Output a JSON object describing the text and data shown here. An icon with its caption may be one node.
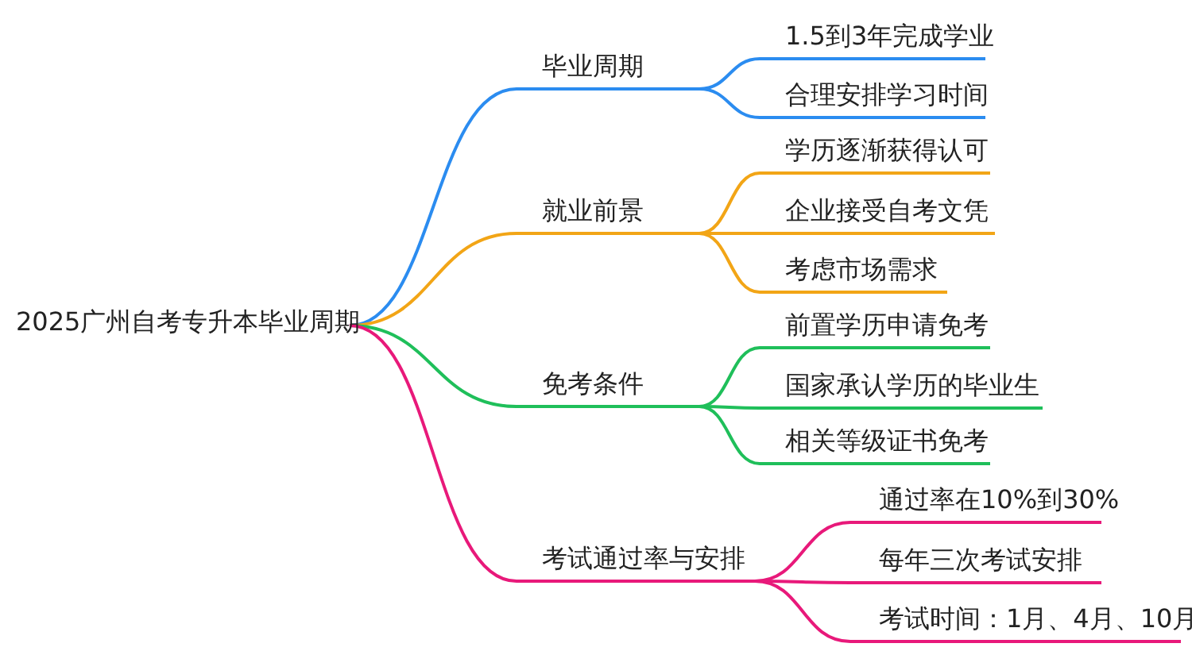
{
  "diagram": {
    "nodes": [
      {
        "text": [
          "2025广州自考专升本毕业周期"
        ]
      },
      {
        "text": [
          "毕业周期"
        ]
      },
      {
        "text": [
          "1.5到3年完成学业"
        ]
      },
      {
        "text": [
          "合理安排学习时间"
        ]
      },
      {
        "text": [
          "就业前景"
        ]
      },
      {
        "text": [
          "学历逐渐获得认可"
        ]
      },
      {
        "text": [
          "企业接受自考文凭"
        ]
      },
      {
        "text": [
          "考虑市场需求"
        ]
      },
      {
        "text": [
          "免考条件"
        ]
      },
      {
        "text": [
          "前置学历申请免考"
        ]
      },
      {
        "text": [
          "国家承认学历的毕业生"
        ]
      },
      {
        "text": [
          "相关等级证书免考"
        ]
      },
      {
        "text": [
          "考试通过率与安排"
        ]
      },
      {
        "text": [
          "通过率在10%到30%"
        ]
      },
      {
        "text": [
          "每年三次考试安排"
        ]
      },
      {
        "text": [
          "考试时间：1月、4月、10月"
        ]
      }
    ],
    "edges": [
      {
        "from": 0,
        "to": 1,
        "arrow": "none",
        "color": "#2b8cf0"
      },
      {
        "from": 1,
        "to": 2,
        "arrow": "none",
        "color": "#2b8cf0"
      },
      {
        "from": 1,
        "to": 3,
        "arrow": "none",
        "color": "#2b8cf0"
      },
      {
        "from": 0,
        "to": 4,
        "arrow": "none",
        "color": "#f2a516"
      },
      {
        "from": 4,
        "to": 5,
        "arrow": "none",
        "color": "#f2a516"
      },
      {
        "from": 4,
        "to": 6,
        "arrow": "none",
        "color": "#f2a516"
      },
      {
        "from": 4,
        "to": 7,
        "arrow": "none",
        "color": "#f2a516"
      },
      {
        "from": 0,
        "to": 8,
        "arrow": "none",
        "color": "#1fbf5a"
      },
      {
        "from": 8,
        "to": 9,
        "arrow": "none",
        "color": "#1fbf5a"
      },
      {
        "from": 8,
        "to": 10,
        "arrow": "none",
        "color": "#1fbf5a"
      },
      {
        "from": 8,
        "to": 11,
        "arrow": "none",
        "color": "#1fbf5a"
      },
      {
        "from": 0,
        "to": 12,
        "arrow": "none",
        "color": "#e8197a"
      },
      {
        "from": 12,
        "to": 13,
        "arrow": "none",
        "color": "#e8197a"
      },
      {
        "from": 12,
        "to": 14,
        "arrow": "none",
        "color": "#e8197a"
      },
      {
        "from": 12,
        "to": 15,
        "arrow": "none",
        "color": "#e8197a"
      }
    ]
  }
}
